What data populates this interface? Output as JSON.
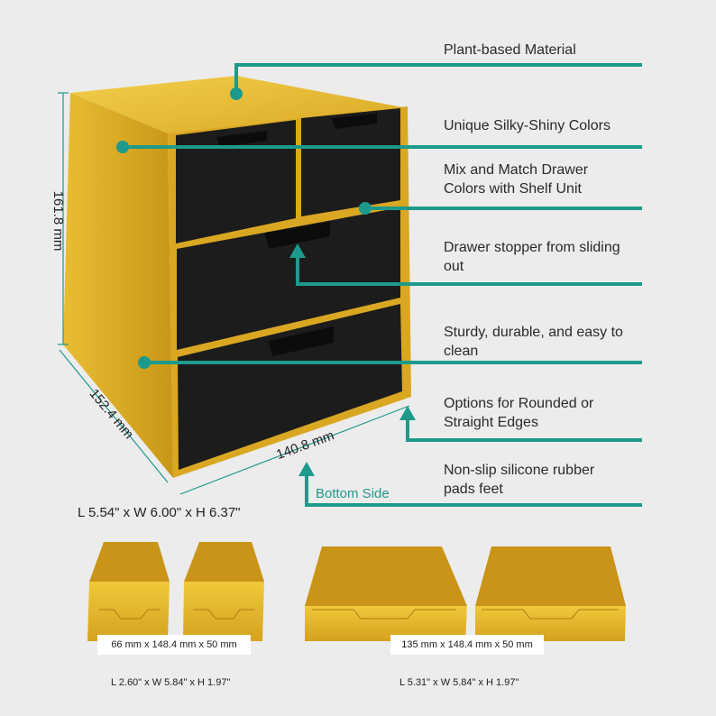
{
  "features": [
    {
      "text": "Plant-based Material"
    },
    {
      "text": "Unique Silky-Shiny Colors"
    },
    {
      "text": "Mix and Match Drawer Colors with Shelf Unit"
    },
    {
      "text": "Drawer stopper from sliding out"
    },
    {
      "text": "Sturdy, durable, and easy to clean"
    },
    {
      "text": "Options for Rounded or Straight Edges"
    },
    {
      "text": "Non-slip silicone rubber pads feet"
    }
  ],
  "dimensions": {
    "height": "161.8 mm",
    "depth": "152.4 mm",
    "width": "140.8 mm",
    "bottom_side": "Bottom Side",
    "summary": "L 5.54\" x W 6.00\" x H 6.37\""
  },
  "drawers": {
    "small_size": "66 mm x 148.4 mm x 50 mm",
    "small_summary": "L 2.60\" x W 5.84\" x H 1.97\"",
    "large_size": "135 mm x 148.4 mm x 50 mm",
    "large_summary": "L 5.31\" x W 5.84\" x H 1.97\""
  },
  "colors": {
    "accent": "#1e9a8c",
    "gold": "#e2b02a",
    "drawer_front": "#1c1c1c",
    "background": "#ececec"
  }
}
